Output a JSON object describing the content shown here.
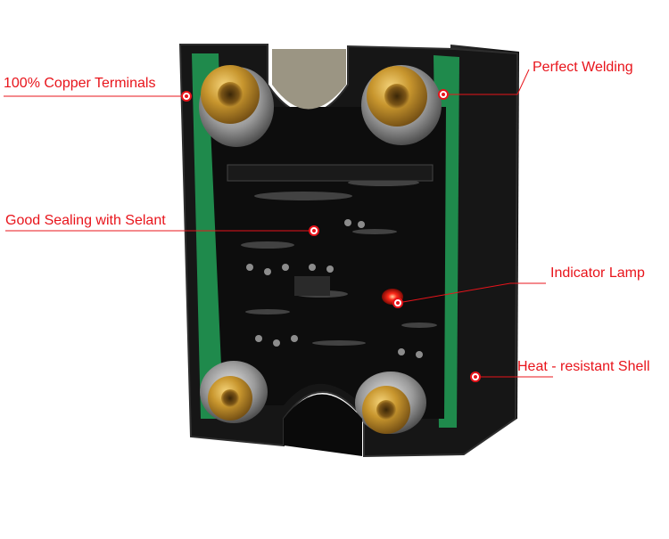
{
  "callouts": {
    "copper_terminals": "100% Copper Terminals",
    "perfect_welding": "Perfect Welding",
    "good_sealing": "Good Sealing with Selant",
    "indicator_lamp": "Indicator Lamp",
    "heat_resistant_shell": "Heat - resistant Shell"
  },
  "colors": {
    "label_text": "#e8141b",
    "leader_line": "#e8141b",
    "shell": "#151515",
    "pcb": "#1f8a4c",
    "brass": "#c8962e",
    "led": "#ff2a1a"
  }
}
